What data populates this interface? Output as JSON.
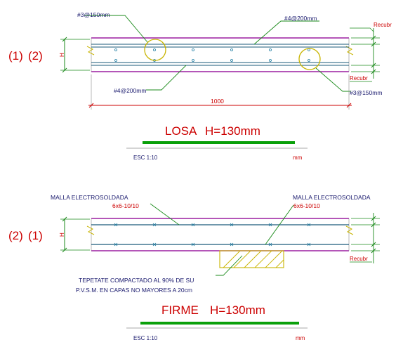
{
  "losa": {
    "labels_left": [
      "(1)",
      "(2)"
    ],
    "height_symbol": "H",
    "rebar_top_left": "#3@150mm",
    "rebar_top_right": "#4@200mm",
    "rebar_bottom_left": "#4@200mm",
    "rebar_bottom_right": "#3@150mm",
    "cover_top": "Recubr",
    "cover_bottom": "Recubr",
    "dimension": "1000",
    "title_word": "LOSA",
    "title_value": "H=130mm",
    "scale": "ESC 1:10",
    "unit": "mm"
  },
  "firme": {
    "labels_left": [
      "(2)",
      "(1)"
    ],
    "height_symbol": "H",
    "mesh_left_line1": "MALLA ELECTROSOLDADA",
    "mesh_left_line2": "6x6-10/10",
    "mesh_right_line1": "MALLA ELECTROSOLDADA",
    "mesh_right_line2": "6x6-10/10",
    "cover_bottom": "Recubr",
    "base_note_line1": "TEPETATE COMPACTADO AL 90% DE SU",
    "base_note_line2": "P.V.S.M. EN CAPAS NO MAYORES A 20cm",
    "title_word": "FIRME",
    "title_value": "H=130mm",
    "scale": "ESC 1:10",
    "unit": "mm"
  },
  "colors": {
    "slab_edge": "#9b1fa0",
    "rebar": "#1a5a7a",
    "leader": "#1a8a1a",
    "dimension": "#cc0000",
    "highlight_circle": "#c8b400",
    "title_bar": "#0aa00a",
    "hatch": "#c8b400"
  }
}
